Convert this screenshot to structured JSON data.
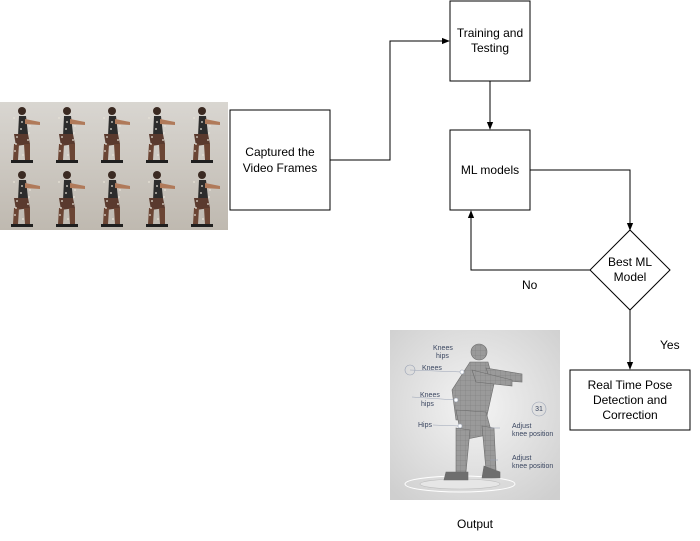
{
  "nodes": {
    "captured": [
      "Captured the",
      "Video Frames"
    ],
    "training": [
      "Training and",
      "Testing"
    ],
    "ml_models": [
      "ML models"
    ],
    "best_model": [
      "Best ML",
      "Model"
    ],
    "realtime": [
      "Real Time Pose",
      "Detection and",
      "Correction"
    ]
  },
  "edge_labels": {
    "no": "No",
    "yes": "Yes"
  },
  "output_label": "Output",
  "output_image": {
    "annotations": [
      "Knees",
      "hips",
      "Knees",
      "Knees",
      "hips",
      "Hips",
      "Adjust",
      "knee position",
      "Adjust",
      "knee position",
      "31"
    ]
  },
  "colors": {
    "stroke": "#000000",
    "fill": "#ffffff"
  }
}
